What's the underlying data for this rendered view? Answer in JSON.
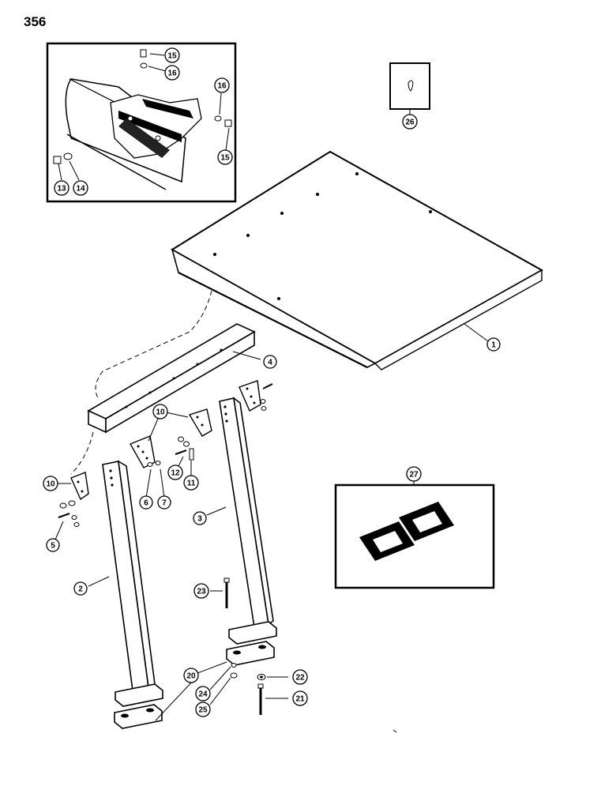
{
  "page_number": "356",
  "callouts": [
    {
      "id": "c1",
      "label": "1"
    },
    {
      "id": "c2",
      "label": "2"
    },
    {
      "id": "c3",
      "label": "3"
    },
    {
      "id": "c4",
      "label": "4"
    },
    {
      "id": "c5",
      "label": "5"
    },
    {
      "id": "c6",
      "label": "6"
    },
    {
      "id": "c7",
      "label": "7"
    },
    {
      "id": "c10a",
      "label": "10"
    },
    {
      "id": "c10b",
      "label": "10"
    },
    {
      "id": "c11",
      "label": "11"
    },
    {
      "id": "c12",
      "label": "12"
    },
    {
      "id": "c13",
      "label": "13"
    },
    {
      "id": "c14",
      "label": "14"
    },
    {
      "id": "c15a",
      "label": "15"
    },
    {
      "id": "c15b",
      "label": "15"
    },
    {
      "id": "c16a",
      "label": "16"
    },
    {
      "id": "c16b",
      "label": "16"
    },
    {
      "id": "c20",
      "label": "20"
    },
    {
      "id": "c21",
      "label": "21"
    },
    {
      "id": "c22",
      "label": "22"
    },
    {
      "id": "c23",
      "label": "23"
    },
    {
      "id": "c24",
      "label": "24"
    },
    {
      "id": "c25",
      "label": "25"
    },
    {
      "id": "c26",
      "label": "26"
    },
    {
      "id": "c27",
      "label": "27"
    }
  ]
}
